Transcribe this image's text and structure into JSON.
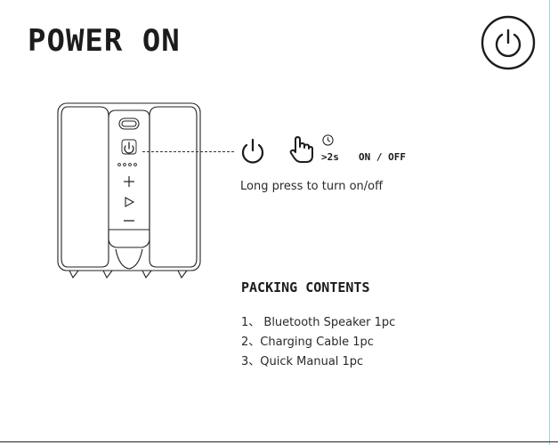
{
  "header": {
    "title": "POWER ON",
    "badge_icon": "power-icon"
  },
  "speaker": {
    "icon": "bluetooth-speaker",
    "buttons": [
      "power-icon",
      "bluetooth-dots-icon",
      "volume-up-icon",
      "play-icon",
      "volume-down-icon"
    ]
  },
  "power_operation": {
    "icons": [
      "power-icon",
      "press-hand-icon",
      "clock-icon"
    ],
    "duration": ">2s",
    "mode": "ON / OFF",
    "description": "Long press to turn on/off"
  },
  "packing": {
    "title": "PACKING CONTENTS",
    "items": [
      {
        "text": "1、 Bluetooth Speaker 1pc"
      },
      {
        "text": "2、Charging Cable 1pc"
      },
      {
        "text": "3、Quick Manual 1pc"
      }
    ]
  },
  "colors": {
    "ink": "#1c1c1c",
    "edge_rule": "#9fd3e6"
  }
}
